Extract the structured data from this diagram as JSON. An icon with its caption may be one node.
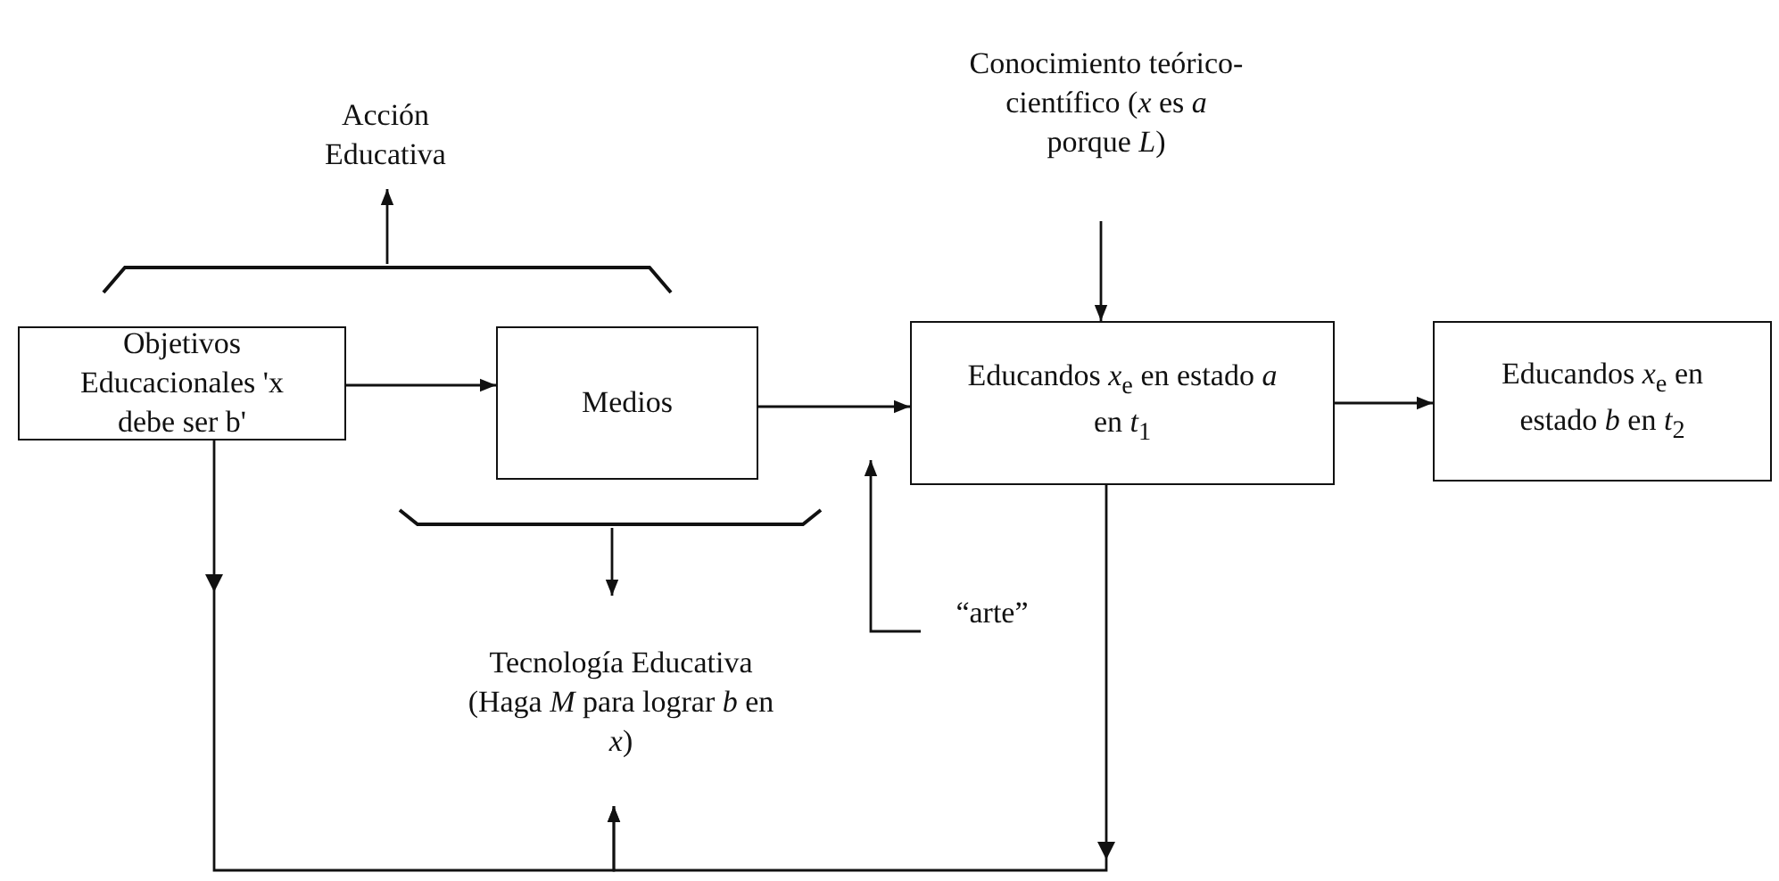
{
  "diagram": {
    "nodes": [
      {
        "text": [
          "Acción Educativa"
        ]
      },
      {
        "text": [
          "Conocimiento teórico-científico (*x* es *a* porque *L*)"
        ]
      },
      {
        "text": [],
        "shape": "bracket"
      },
      {
        "text": [
          "Objetivos Educacionales 'x debe ser b'"
        ]
      },
      {
        "text": [
          "Medios"
        ]
      },
      {
        "text": [
          "Educandos *x*$_{e}$ en estado *a* en *t*$_{1}$"
        ]
      },
      {
        "text": [
          "Educandos *x*$_{e}$ en estado *b* en *t*$_{2}$"
        ]
      },
      {
        "text": [],
        "shape": "bracket"
      },
      {
        "text": [
          "Tecnología Educativa (Haga *M* para lograr *b* en *x*)"
        ]
      },
      {
        "text": [
          "“arte”"
        ]
      }
    ],
    "edges": [
      {
        "from": 2,
        "to": 0,
        "arrow": "to"
      },
      {
        "from": 1,
        "to": 5,
        "arrow": "to"
      },
      {
        "from": 3,
        "to": 4,
        "arrow": "to"
      },
      {
        "from": 4,
        "to": 5,
        "arrow": "to"
      },
      {
        "from": 5,
        "to": 6,
        "arrow": "to"
      },
      {
        "from": 7,
        "to": 8,
        "arrow": "to"
      },
      {
        "from": 3,
        "to": 8,
        "arrow": "to"
      },
      {
        "from": 5,
        "to": 8,
        "arrow": "to"
      },
      {
        "from": 9,
        "to": 5,
        "arrow": "to"
      }
    ]
  }
}
